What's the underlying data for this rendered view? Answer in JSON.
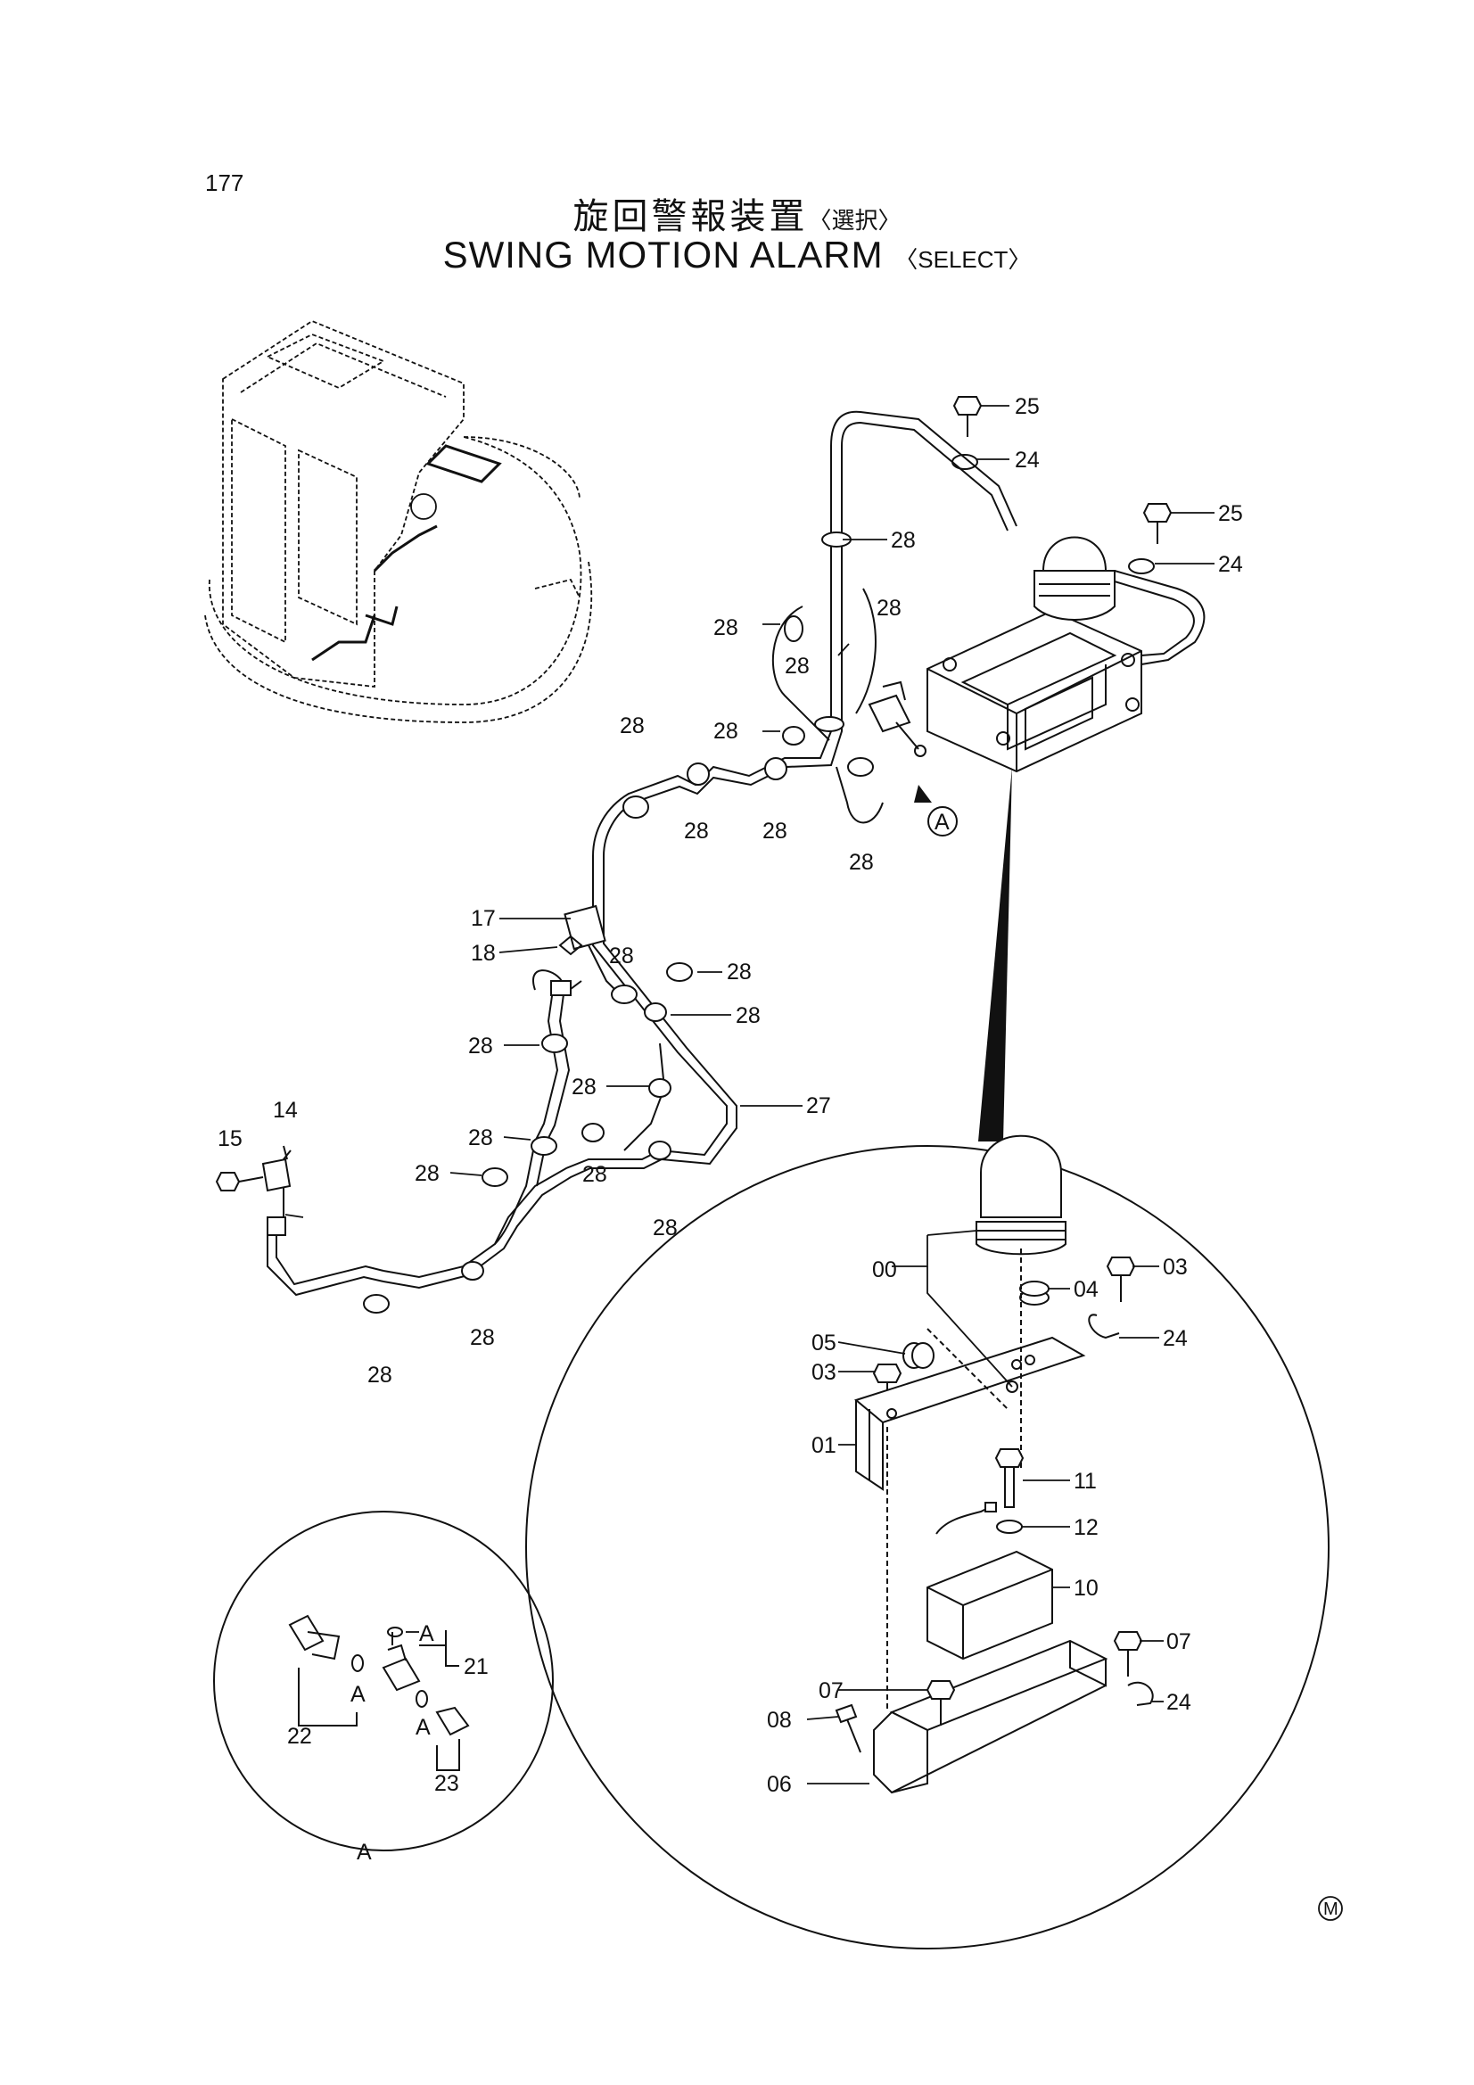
{
  "page_number": "177",
  "title_jp": "旋回警報装置",
  "title_jp_sub": "〈選択〉",
  "title_en": "SWING MOTION ALARM",
  "title_en_sub": "〈SELECT〉",
  "callouts": {
    "c25a": "25",
    "c24a": "24",
    "c25b": "25",
    "c24b": "24",
    "c28_1": "28",
    "c28_2": "28",
    "c28_3": "28",
    "c28_4": "28",
    "c28_5": "28",
    "c28_6": "28",
    "c28_7": "28",
    "c28_8": "28",
    "c28_9": "28",
    "c28_10": "28",
    "c28_11": "28",
    "c28_12": "28",
    "c28_13": "28",
    "c28_14": "28",
    "c28_15": "28",
    "c28_16": "28",
    "c28_17": "28",
    "c28_18": "28",
    "c28_19": "28",
    "c28_20": "28",
    "c17": "17",
    "c18": "18",
    "c27": "27",
    "c15": "15",
    "c14": "14",
    "detailA_marker": "A",
    "c00": "00",
    "c04": "04",
    "c03a": "03",
    "c03b": "03",
    "c24c": "24",
    "c05": "05",
    "c01": "01",
    "c11": "11",
    "c12": "12",
    "c10": "10",
    "c07a": "07",
    "c07b": "07",
    "c24d": "24",
    "c08": "08",
    "c06": "06",
    "a21": "21",
    "a22": "22",
    "a23": "23",
    "aA1": "A",
    "aA2": "A",
    "aA3": "A",
    "aAcircle": "A"
  },
  "corner_mark": "M"
}
